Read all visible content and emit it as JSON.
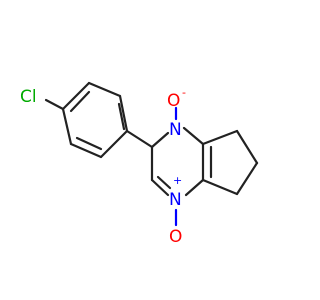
{
  "molecule": {
    "atoms": {
      "chlorine": {
        "label": "Cl",
        "color": "#00aa00"
      },
      "n_oxide_top": {
        "label": "N",
        "color": "#0000ff"
      },
      "oxygen_top": {
        "label": "O",
        "charge": "-",
        "color": "#ff0000"
      },
      "n_oxide_bottom": {
        "label": "N",
        "charge": "+",
        "color": "#0000ff"
      },
      "oxygen_bottom": {
        "label": "O",
        "color": "#ff0000"
      }
    },
    "bond_color": "#222222"
  }
}
